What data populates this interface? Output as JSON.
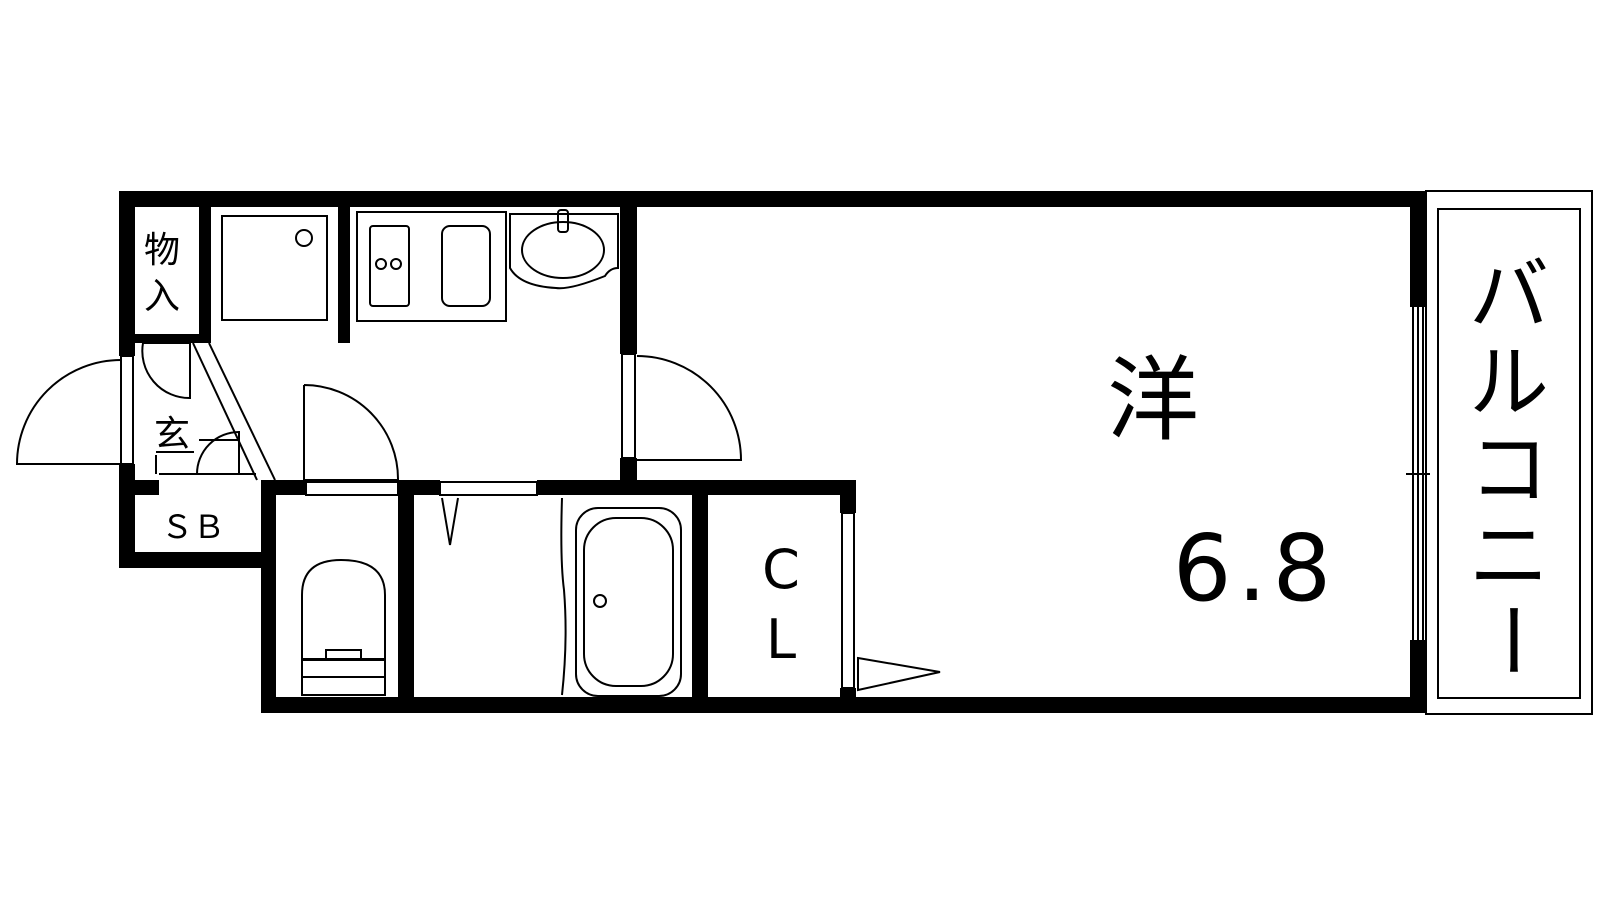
{
  "floorplan": {
    "rooms": {
      "storage_line1": "物",
      "storage_line2": "入",
      "entrance": "玄",
      "shoe_box": "ＳＢ",
      "western_room": "洋",
      "western_room_size": "6.8",
      "closet_line1": "C",
      "closet_line2": "L",
      "balcony": [
        "バ",
        "ル",
        "コ",
        "ニ",
        "ー"
      ]
    },
    "colors": {
      "wall": "#000000",
      "background": "#ffffff"
    }
  }
}
